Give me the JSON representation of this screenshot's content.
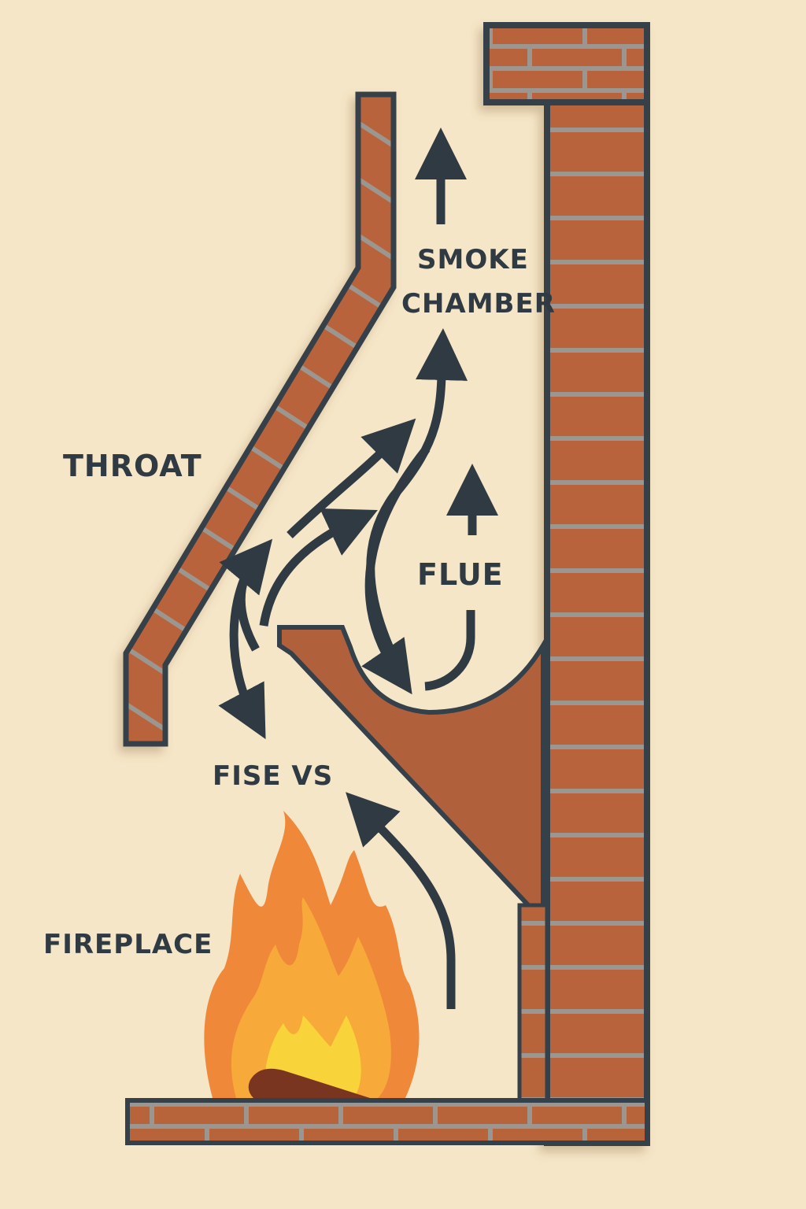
{
  "title": "Fireplace and chimney diagram",
  "labels": {
    "smoke_chamber_line1": "SMOKE",
    "smoke_chamber_line2": "CHAMBER",
    "throat": "THROAT",
    "flue": "FLUE",
    "fise_vs": "FISE VS",
    "fireplace": "FIREPLACE"
  },
  "colors": {
    "background": "#f6e6c8",
    "brick": "#b8643a",
    "mortar": "#9b968f",
    "outline": "#34404a",
    "shelf": "#b0613c",
    "flame_outer": "#f0883a",
    "flame_mid": "#f7a93a",
    "flame_inner": "#f8d43a",
    "log": "#7a3520"
  }
}
